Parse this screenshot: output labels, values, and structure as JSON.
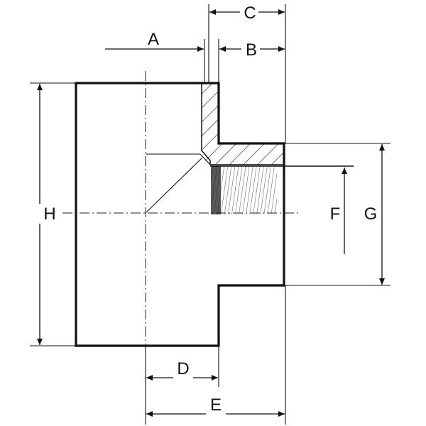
{
  "diagram": {
    "labels": {
      "A": "A",
      "B": "B",
      "C": "C",
      "D": "D",
      "E": "E",
      "F": "F",
      "G": "G",
      "H": "H"
    },
    "colors": {
      "line": "#111111",
      "hatch": "#333333",
      "background": "#ffffff"
    }
  }
}
